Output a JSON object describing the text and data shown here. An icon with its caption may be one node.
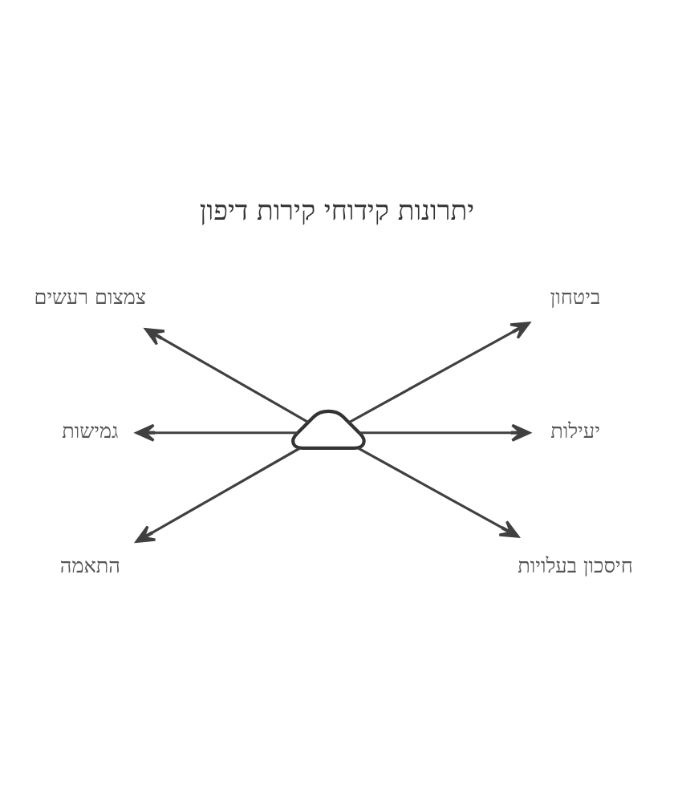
{
  "diagram": {
    "title": "יתרונות קידוחי קירות דיפון",
    "nodes": [
      {
        "text": [],
        "shape": "picture"
      },
      {
        "text": [
          "ביטחון"
        ]
      },
      {
        "text": [
          "צמצום רעשים"
        ]
      },
      {
        "text": [
          "יעילות"
        ]
      },
      {
        "text": [
          "גמישות"
        ]
      },
      {
        "text": [
          "חיסכון בעלויות"
        ]
      },
      {
        "text": [
          "התאמה"
        ]
      }
    ],
    "edges": [
      {
        "from": 0,
        "to": 1,
        "arrow": "to"
      },
      {
        "from": 0,
        "to": 2,
        "arrow": "to"
      },
      {
        "from": 0,
        "to": 3,
        "arrow": "to"
      },
      {
        "from": 0,
        "to": 4,
        "arrow": "to"
      },
      {
        "from": 0,
        "to": 5,
        "arrow": "to"
      },
      {
        "from": 0,
        "to": 6,
        "arrow": "to"
      }
    ]
  }
}
